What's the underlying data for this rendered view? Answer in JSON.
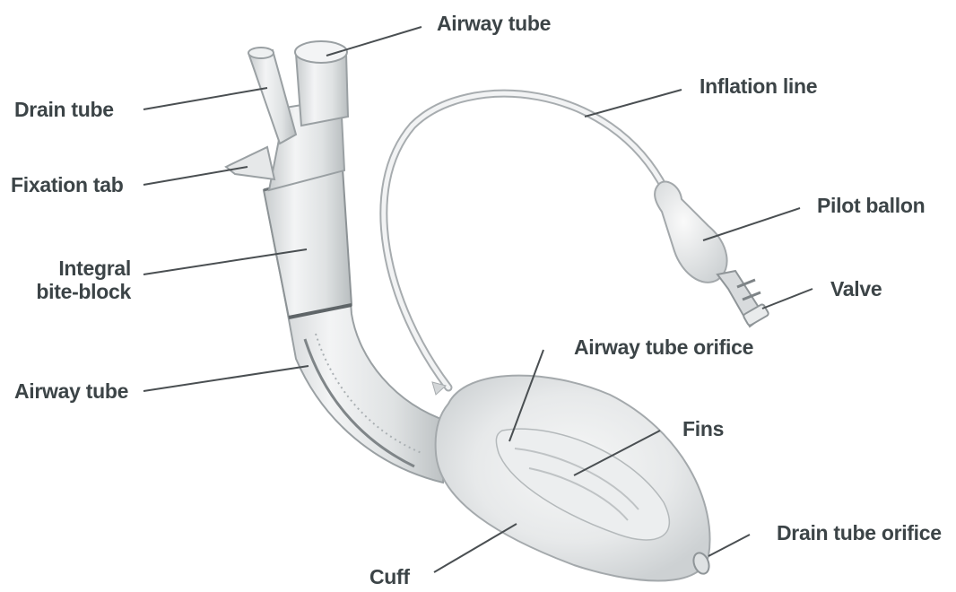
{
  "colors": {
    "label_text": "#3c4447",
    "leader_line": "#4a4f52",
    "device_outline": "#9aa0a3",
    "device_fill": "#eceeef",
    "device_shade": "#c9cdcf"
  },
  "labels": {
    "airway_tube_top": "Airway tube",
    "drain_tube": "Drain tube",
    "inflation_line": "Inflation line",
    "fixation_tab": "Fixation tab",
    "pilot_ballon": "Pilot ballon",
    "integral_bite_block_line1": "Integral",
    "integral_bite_block_line2": "bite-block",
    "valve": "Valve",
    "airway_tube_orifice": "Airway tube orifice",
    "airway_tube_left": "Airway tube",
    "fins": "Fins",
    "drain_tube_orifice": "Drain tube orifice",
    "cuff": "Cuff"
  }
}
